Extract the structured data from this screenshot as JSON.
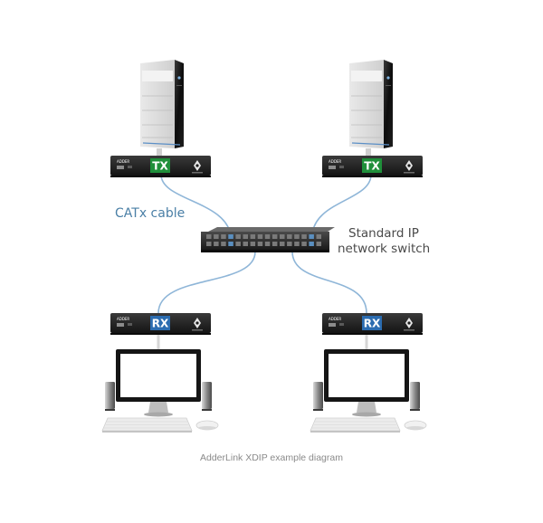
{
  "labels": {
    "cable": "CATx cable",
    "switch_line1": "Standard IP",
    "switch_line2": "network switch",
    "caption": "AdderLink XDIP example diagram"
  },
  "devices": {
    "tx_left": {
      "badge": "TX",
      "brand": "ADDER"
    },
    "tx_right": {
      "badge": "TX",
      "brand": "ADDER"
    },
    "rx_left": {
      "badge": "RX",
      "brand": "ADDER"
    },
    "rx_right": {
      "badge": "RX",
      "brand": "ADDER"
    }
  },
  "colors": {
    "tx_badge": "#1f8f3a",
    "rx_badge": "#2b6cb0",
    "cable": "#8fb6d8",
    "device_body": "#1c1c1c"
  }
}
